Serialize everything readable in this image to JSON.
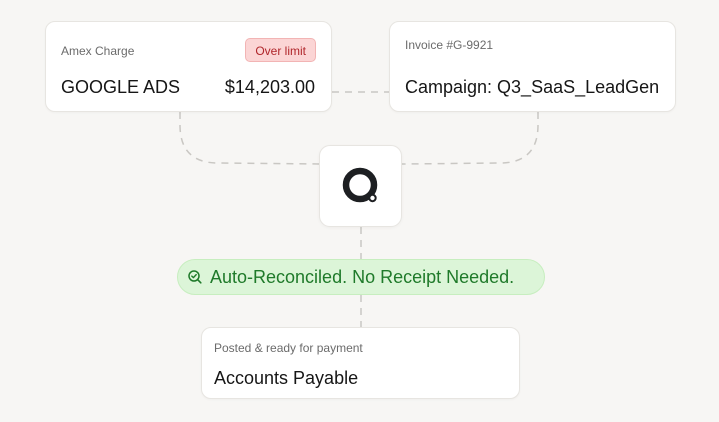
{
  "charge_card": {
    "label": "Amex Charge",
    "badge": "Over limit",
    "merchant": "GOOGLE ADS",
    "amount": "$14,203.00"
  },
  "invoice_card": {
    "label": "Invoice #G-9921",
    "campaign": "Campaign: Q3_SaaS_LeadGen"
  },
  "logo": {
    "icon": "q-logo-icon"
  },
  "status": {
    "icon": "magnifier-check-icon",
    "text": "Auto-Reconciled. No Receipt Needed.",
    "color": "#1f7a2a",
    "background": "#dcf5d8"
  },
  "destination_card": {
    "label": "Posted & ready for payment",
    "title": "Accounts Payable"
  },
  "colors": {
    "badge_text": "#b0262b",
    "badge_bg": "#fbd5d5",
    "connector": "#c9c7c3",
    "page_bg": "#f7f6f4"
  }
}
